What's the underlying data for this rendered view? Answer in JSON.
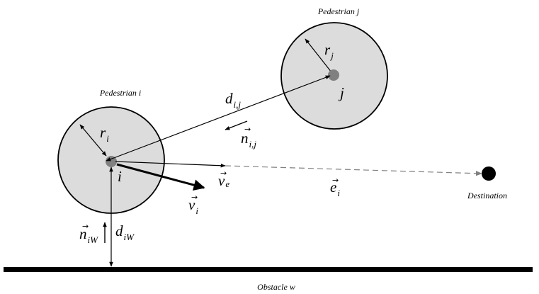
{
  "pedestrian_i": {
    "caption": "Pedestrian i",
    "center_label": "i",
    "radius_symbol": "r",
    "radius_sub": "i"
  },
  "pedestrian_j": {
    "caption": "Pedestrian j",
    "center_label": "j",
    "radius_symbol": "r",
    "radius_sub": "j"
  },
  "distance_ij": {
    "symbol": "d",
    "sub": "i,j"
  },
  "normal_ij": {
    "symbol": "n",
    "sub": "i,j",
    "overarrow": "→"
  },
  "velocity_e": {
    "symbol": "v",
    "sub": "e",
    "overarrow": "→"
  },
  "velocity_i": {
    "symbol": "v",
    "sub": "i",
    "overarrow": "→"
  },
  "direction_e": {
    "symbol": "e",
    "sub": "i",
    "overarrow": "→"
  },
  "destination": {
    "caption": "Destination"
  },
  "normal_iw": {
    "symbol": "n",
    "sub": "iW",
    "overarrow": "→"
  },
  "distance_iw": {
    "symbol": "d",
    "sub": "iW"
  },
  "obstacle": {
    "caption": "Obstacle w"
  },
  "colors": {
    "disc_fill": "#dcdcdc",
    "center_dot": "#808080",
    "dashed_line": "#808080",
    "ink": "#000000"
  }
}
